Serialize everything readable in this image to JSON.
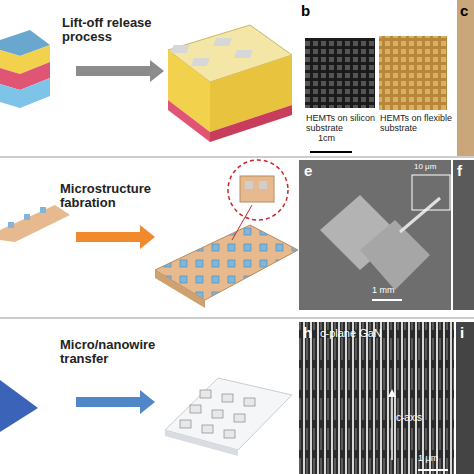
{
  "diagram": {
    "labels": [
      "Lift-off release process",
      "b",
      "HEMTs on silicon substrate",
      "HEMTs on flexible substrate",
      "1cm",
      "c",
      "Microstructure fabration",
      "e",
      "10 μm",
      "1 mm",
      "f",
      "Micro/nanowire transfer",
      "h",
      "c-plane GaN",
      "c-axis",
      "1 μm",
      "i"
    ]
  }
}
